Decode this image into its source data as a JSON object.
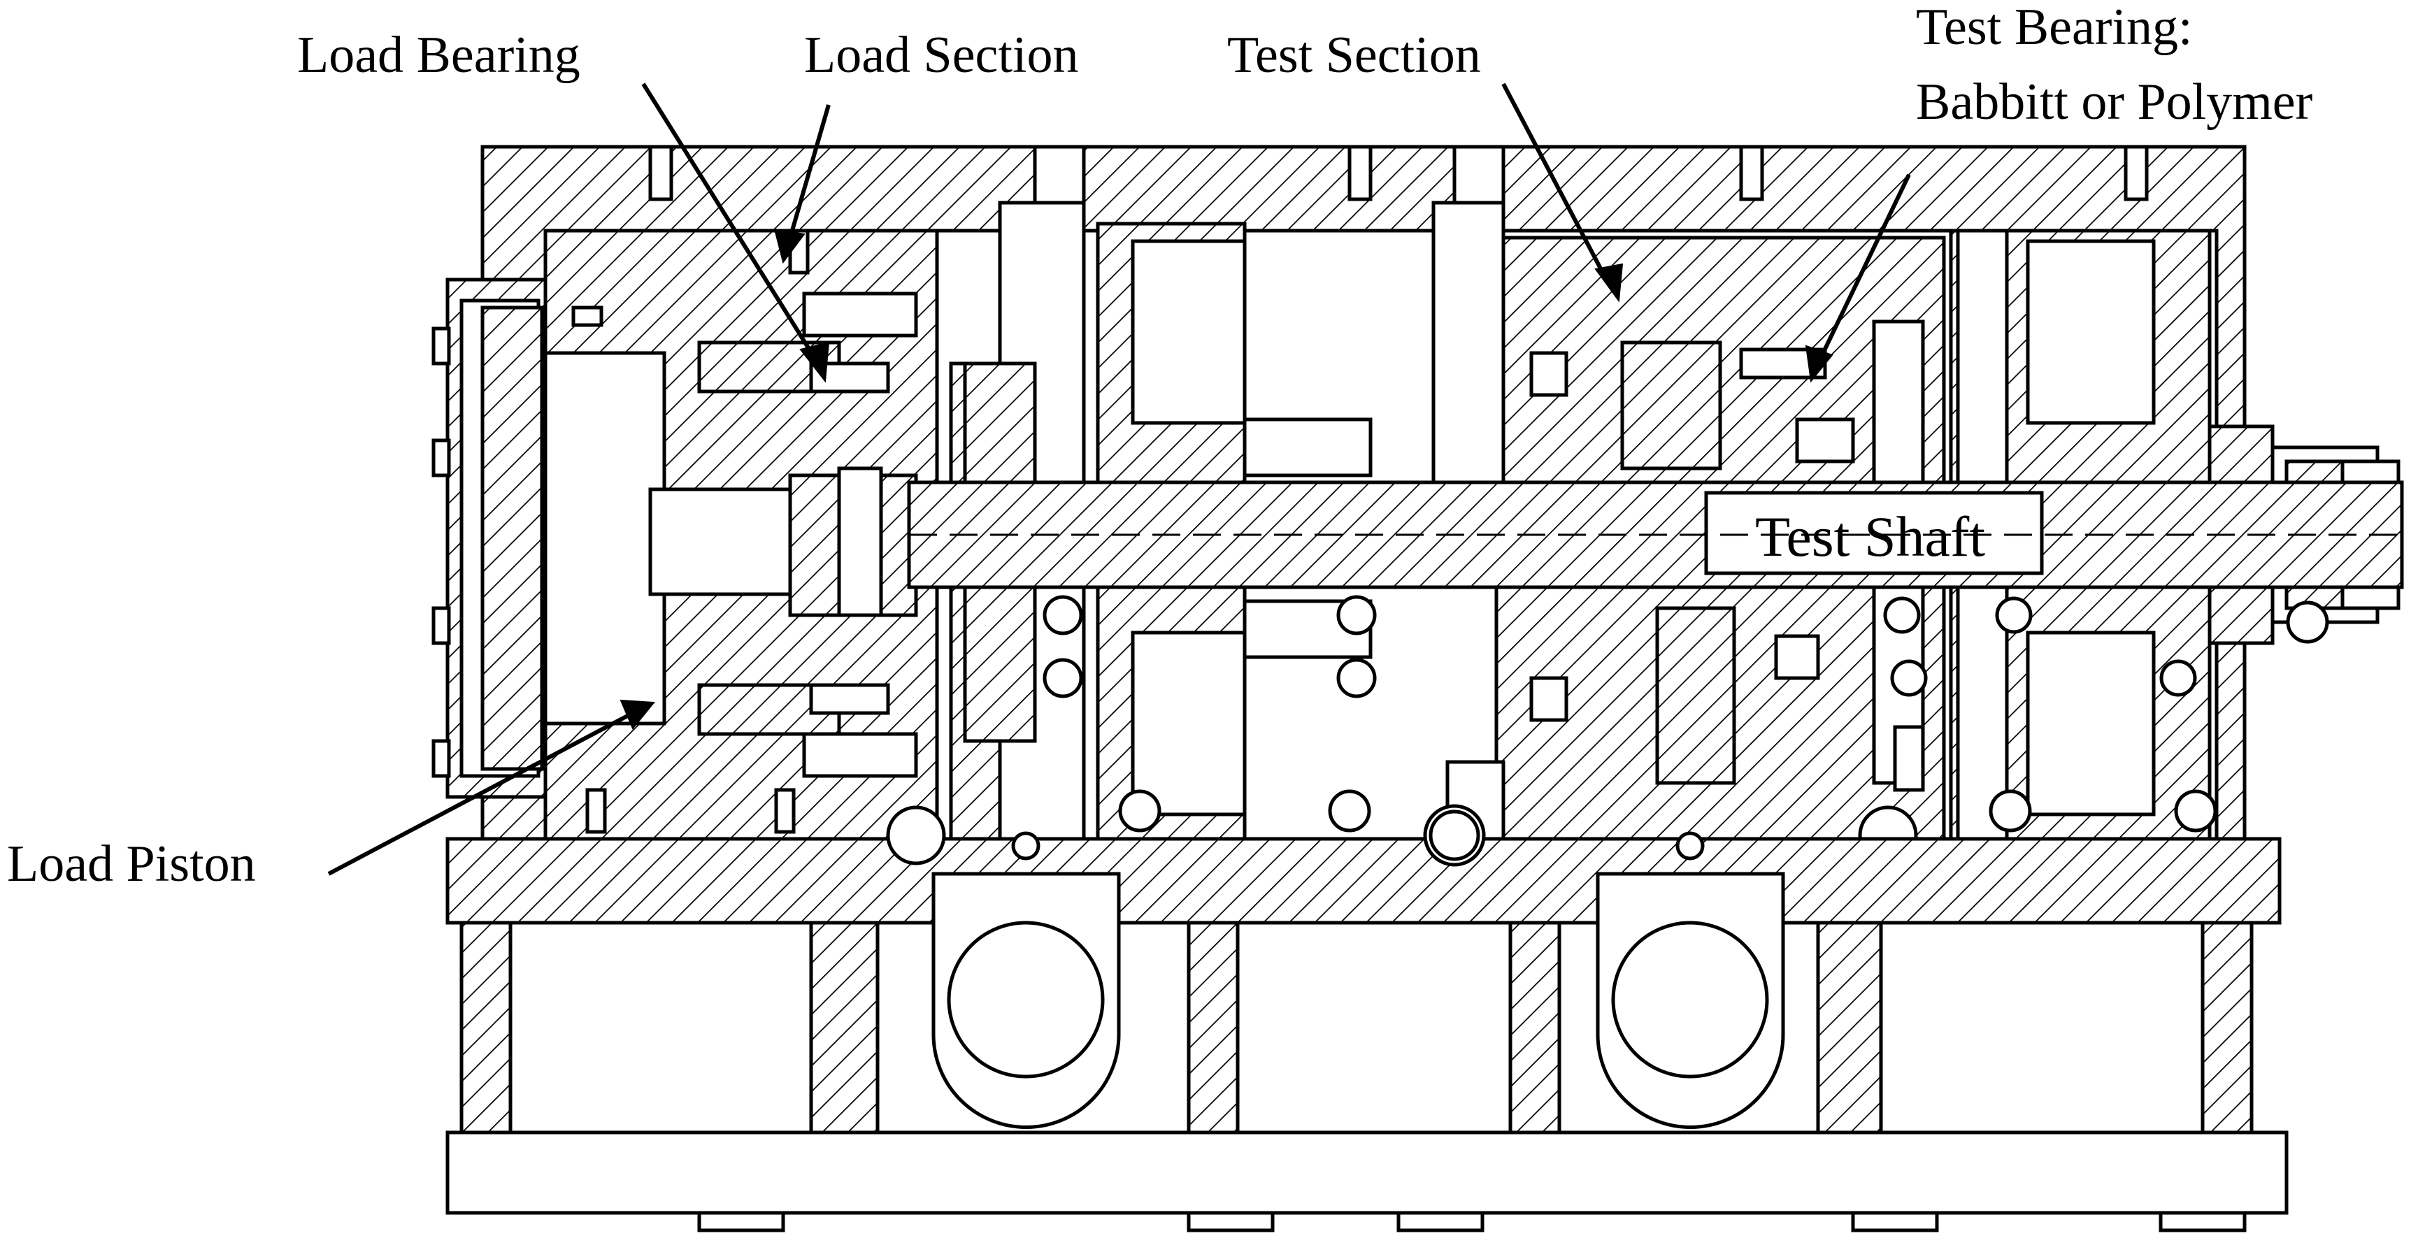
{
  "labels": {
    "load_bearing": "Load Bearing",
    "load_section": "Load Section",
    "test_section": "Test Section",
    "test_bearing_line1": "Test Bearing:",
    "test_bearing_line2": "Babbitt or Polymer",
    "load_piston": "Load Piston",
    "test_shaft": "Test Shaft"
  },
  "colors": {
    "line": "#000000",
    "background": "#ffffff"
  }
}
